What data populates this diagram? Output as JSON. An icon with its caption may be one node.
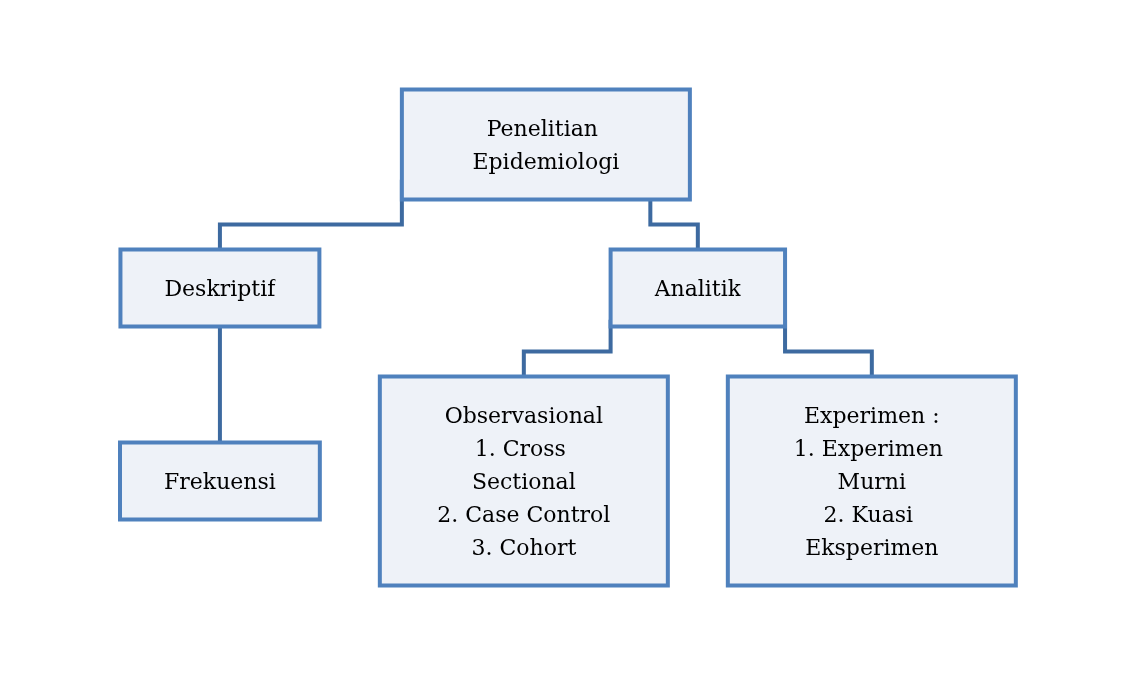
{
  "diagram": {
    "nodes": [
      {
        "text": [
          "Penelitian Epidemiologi"
        ]
      },
      {
        "text": [
          "Deskriptif"
        ]
      },
      {
        "text": [
          "Analitik"
        ]
      },
      {
        "text": [
          "Frekuensi"
        ]
      },
      {
        "text": [
          "Observasional",
          "1. Cross Sectional",
          "2. Case Control",
          "3. Cohort"
        ]
      },
      {
        "text": [
          "Experimen :",
          "1. Experimen Murni",
          "2. Kuasi Eksperimen"
        ]
      }
    ],
    "edges": [
      {
        "from": 0,
        "to": 1,
        "arrow": "none"
      },
      {
        "from": 0,
        "to": 2,
        "arrow": "none"
      },
      {
        "from": 1,
        "to": 3,
        "arrow": "none"
      },
      {
        "from": 2,
        "to": 4,
        "arrow": "none"
      },
      {
        "from": 2,
        "to": 5,
        "arrow": "none"
      }
    ]
  }
}
